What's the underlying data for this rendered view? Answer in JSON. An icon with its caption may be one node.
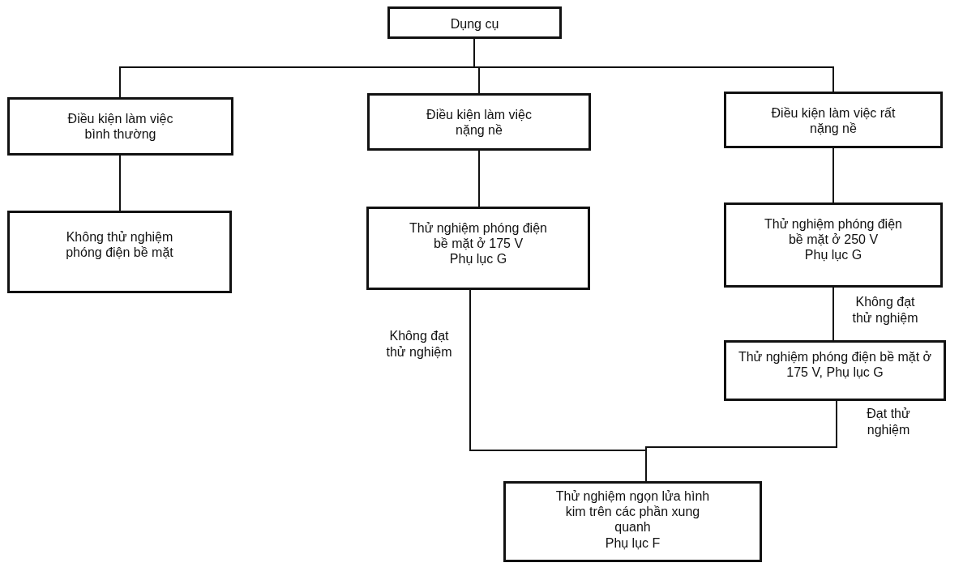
{
  "diagram": {
    "nodes": [
      {
        "text": [
          "Dụng cụ"
        ]
      },
      {
        "text": [
          "Điều kiện làm việc bình thường"
        ]
      },
      {
        "text": [
          "Điều kiện làm việc nặng nề"
        ]
      },
      {
        "text": [
          "Điều kiện làm việc rất nặng nề"
        ]
      },
      {
        "text": [
          "Không thử nghiệm phóng điện bề mặt"
        ]
      },
      {
        "text": [
          "Thử nghiệm phóng điện bề mặt ở 175 V",
          "Phụ lục G"
        ]
      },
      {
        "text": [
          "Thử nghiệm phóng điện bề mặt ở 250 V",
          "Phụ lục G"
        ]
      },
      {
        "text": [
          "Thử nghiệm phóng điện bề mặt ở 175 V, Phụ lục G"
        ]
      },
      {
        "text": [
          "Thử nghiệm ngọn lửa hình kim trên các phần xung quanh",
          "Phụ lục F"
        ]
      }
    ],
    "edges": [
      {
        "from": 0,
        "to": 1,
        "arrow": "none"
      },
      {
        "from": 0,
        "to": 2,
        "arrow": "none"
      },
      {
        "from": 0,
        "to": 3,
        "arrow": "none"
      },
      {
        "from": 1,
        "to": 4,
        "arrow": "none"
      },
      {
        "from": 2,
        "to": 5,
        "arrow": "none"
      },
      {
        "from": 3,
        "to": 6,
        "arrow": "none"
      },
      {
        "from": 6,
        "to": 7,
        "arrow": "none",
        "label": "Không đạt thử nghiệm"
      },
      {
        "from": 5,
        "to": 8,
        "arrow": "none",
        "label": "Không đạt thử nghiệm"
      },
      {
        "from": 7,
        "to": 8,
        "arrow": "none",
        "label": "Đạt thử nghiệm"
      }
    ]
  }
}
